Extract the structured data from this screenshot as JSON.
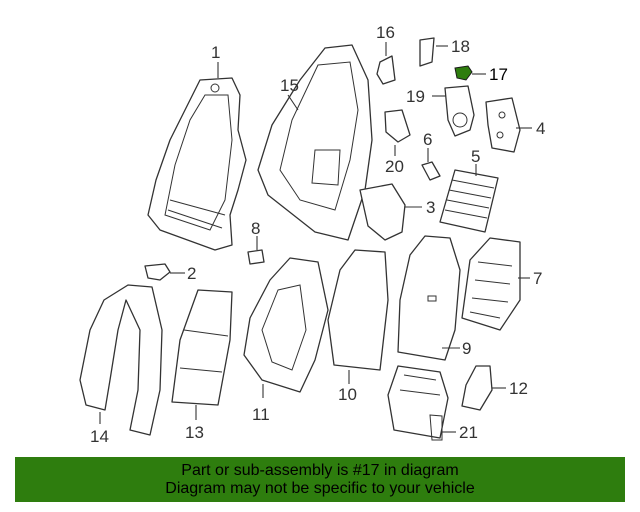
{
  "callouts": {
    "c1": "1",
    "c2": "2",
    "c3": "3",
    "c4": "4",
    "c5": "5",
    "c6": "6",
    "c7": "7",
    "c8": "8",
    "c9": "9",
    "c10": "10",
    "c11": "11",
    "c12": "12",
    "c13": "13",
    "c14": "14",
    "c15": "15",
    "c16": "16",
    "c17": "17",
    "c18": "18",
    "c19": "19",
    "c20": "20",
    "c21": "21"
  },
  "highlight": {
    "part": "17",
    "color": "#2e7d0e"
  },
  "banner": {
    "line1": "Part or sub-assembly is #17 in diagram",
    "line2": "Diagram may not be specific to your vehicle",
    "background": "#2e7d0e"
  }
}
